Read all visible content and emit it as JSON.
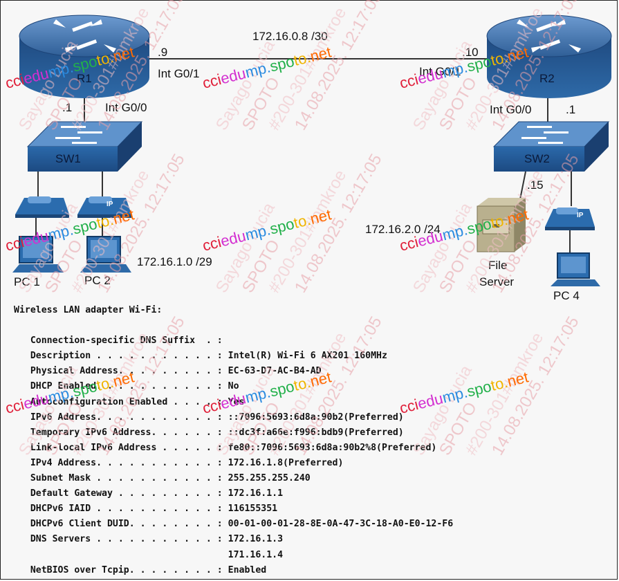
{
  "topology": {
    "routers": [
      {
        "id": "r1",
        "name": "R1"
      },
      {
        "id": "r2",
        "name": "R2"
      }
    ],
    "switches": [
      {
        "id": "sw1",
        "name": "SW1"
      },
      {
        "id": "sw2",
        "name": "SW2"
      }
    ],
    "pcs": [
      {
        "id": "pc1",
        "name": "PC 1"
      },
      {
        "id": "pc2",
        "name": "PC 2"
      },
      {
        "id": "pc4",
        "name": "PC 4"
      }
    ],
    "server": {
      "line1": "File",
      "line2": "Server"
    },
    "wan_subnet": "172.16.0.8 /30",
    "r1_g01_host": ".9",
    "r1_g01_int": "Int G0/1",
    "r2_g01_host": ".10",
    "r2_g01_int": "Int G0/1",
    "r1_g00_host": ".1",
    "r1_g00_int": "Int G0/0",
    "r2_g00_int": "Int G0/0",
    "r2_g00_host": ".1",
    "lan1_subnet": "172.16.1.0 /29",
    "lan2_subnet": "172.16.2.0 /24",
    "server_host": ".15",
    "phone_ip_label": "IP"
  },
  "ipconfig": {
    "header": "Wireless LAN adapter Wi-Fi:",
    "rows": [
      {
        "key": "   Connection-specific DNS Suffix  .",
        "value": " :"
      },
      {
        "key": "   Description . . . . . . . . . . .",
        "value": " : Intel(R) Wi-Fi 6 AX201 160MHz"
      },
      {
        "key": "   Physical Address. . . . . . . . .",
        "value": " : EC-63-D7-AC-B4-AD"
      },
      {
        "key": "   DHCP Enabled. . . . . . . . . . .",
        "value": " : No"
      },
      {
        "key": "   Autoconfiguration Enabled . . . .",
        "value": " : Yes"
      },
      {
        "key": "   IPv6 Address. . . . . . . . . . .",
        "value": " : ::7096:5693:6d8a:90b2(Preferred)"
      },
      {
        "key": "   Temporary IPv6 Address. . . . . .",
        "value": " : ::dc3f:a66e:f996:bdb9(Preferred)"
      },
      {
        "key": "   Link-local IPv6 Address . . . . .",
        "value": " : fe80::7096:5693:6d8a:90b2%8(Preferred)"
      },
      {
        "key": "   IPv4 Address. . . . . . . . . . .",
        "value": " : 172.16.1.8(Preferred)"
      },
      {
        "key": "   Subnet Mask . . . . . . . . . . .",
        "value": " : 255.255.255.240"
      },
      {
        "key": "   Default Gateway . . . . . . . . .",
        "value": " : 172.16.1.1"
      },
      {
        "key": "   DHCPv6 IAID . . . . . . . . . . .",
        "value": " : 116155351"
      },
      {
        "key": "   DHCPv6 Client DUID. . . . . . . .",
        "value": " : 00-01-00-01-28-8E-0A-47-3C-18-A0-E0-12-F6"
      },
      {
        "key": "   DNS Servers . . . . . . . . . . .",
        "value": " : 172.16.1.3"
      },
      {
        "key": "                                    ",
        "value": "   171.16.1.4"
      },
      {
        "key": "   NetBIOS over Tcpip. . . . . . . .",
        "value": " : Enabled"
      }
    ]
  },
  "watermark": {
    "site": "cciedump.spoto.net",
    "line1": "Sayago Lucia",
    "line2": "SPOTO",
    "line3": "#200-301#lpmkroe",
    "line4": "14.08.2025. 12:17:05"
  },
  "colors": {
    "device_blue": "#2c5d96",
    "device_top": "#3f73ad",
    "link": "#333333"
  }
}
